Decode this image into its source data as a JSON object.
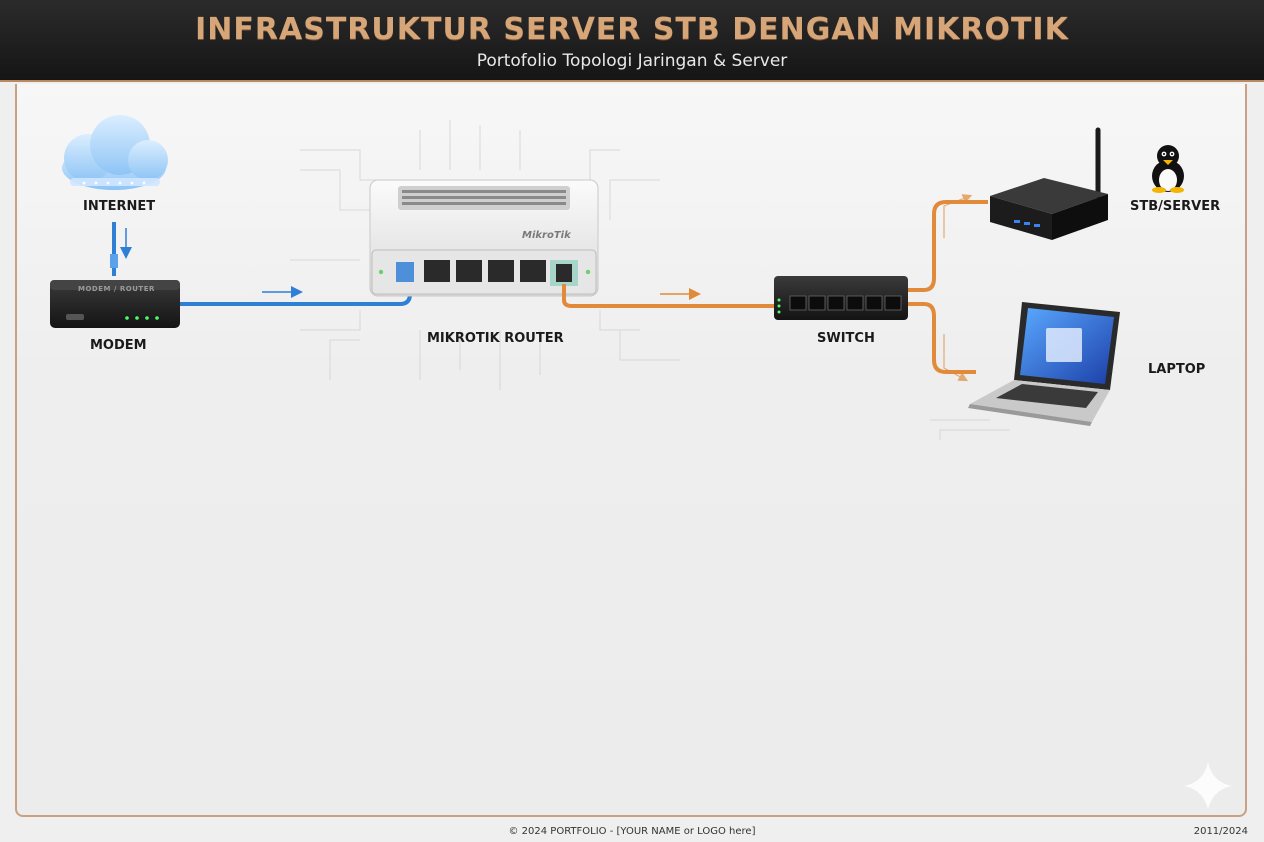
{
  "header": {
    "title": "INFRASTRUKTUR SERVER STB DENGAN MIKROTIK",
    "subtitle": "Portofolio Topologi Jaringan & Server"
  },
  "nodes": {
    "internet": "INTERNET",
    "modem": "MODEM",
    "mikrotik_router": "MIKROTIK ROUTER",
    "switch": "SWITCH",
    "stb_server": "STB/SERVER",
    "laptop": "LAPTOP"
  },
  "devices": {
    "modem_label": "MODEM / ROUTER",
    "mikrotik_brand": "MikroTik"
  },
  "footer": {
    "copyright": "© 2024 PORTFOLIO - [YOUR NAME or LOGO here]",
    "date": "2011/2024"
  },
  "colors": {
    "accent": "#d6a678",
    "cable_blue": "#2f7fd6",
    "cable_orange": "#e08a3a"
  }
}
